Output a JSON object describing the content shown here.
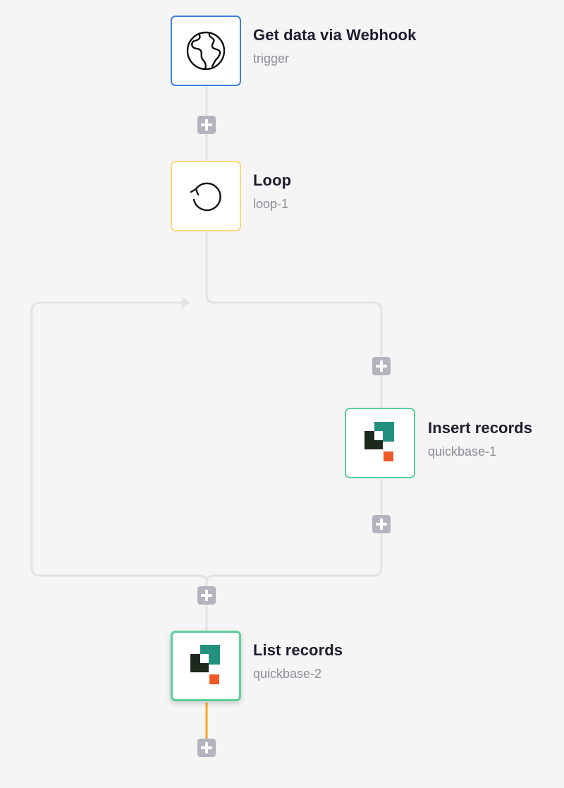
{
  "colors": {
    "canvas_bg": "#f5f5f5",
    "connector": "#e3e3e6",
    "connector_active": "#f5a623",
    "add_button": "#b4b4bf",
    "trigger_border": "#3f7ee0",
    "loop_border": "#fcd77e",
    "quickbase_border": "#5ccf9b",
    "quickbase_teal": "#23917e",
    "quickbase_dark": "#1b2a1c",
    "quickbase_orange": "#ef5a28"
  },
  "nodes": {
    "webhook": {
      "title": "Get data via Webhook",
      "subtitle": "trigger",
      "icon": "globe-icon"
    },
    "loop": {
      "title": "Loop",
      "subtitle": "loop-1",
      "icon": "loop-arrow-icon"
    },
    "insert": {
      "title": "Insert records",
      "subtitle": "quickbase-1",
      "icon": "quickbase-logo-icon"
    },
    "list": {
      "title": "List records",
      "subtitle": "quickbase-2",
      "icon": "quickbase-logo-icon"
    }
  },
  "add_buttons": {
    "icon": "plus-icon",
    "count": 5
  }
}
